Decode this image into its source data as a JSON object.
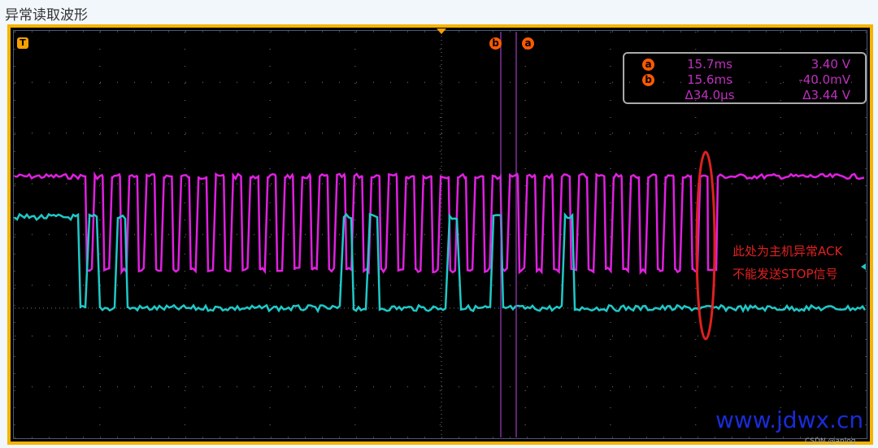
{
  "page": {
    "title": "异常读取波形"
  },
  "scope": {
    "trigger_marker": "T",
    "cursor_labels": {
      "a": "a",
      "b": "b"
    },
    "readout": {
      "a": {
        "label": "a",
        "time": "15.7ms",
        "value": "3.40 V"
      },
      "b": {
        "label": "b",
        "time": "15.6ms",
        "value": "-40.0mV"
      },
      "delta": {
        "time": "Δ34.0µs",
        "value": "Δ3.44 V"
      }
    },
    "colors": {
      "ch1": "#e020e0",
      "ch2": "#20c8c8",
      "cursor": "#a040c0",
      "frame": "#f5b400",
      "annotation": "#e02020"
    }
  },
  "annotation": {
    "line1": "此处为主机异常ACK",
    "line2": "不能发送STOP信号"
  },
  "watermark": {
    "site": "www.jdwx.cn",
    "csdn": "CSDN @anlog"
  }
}
